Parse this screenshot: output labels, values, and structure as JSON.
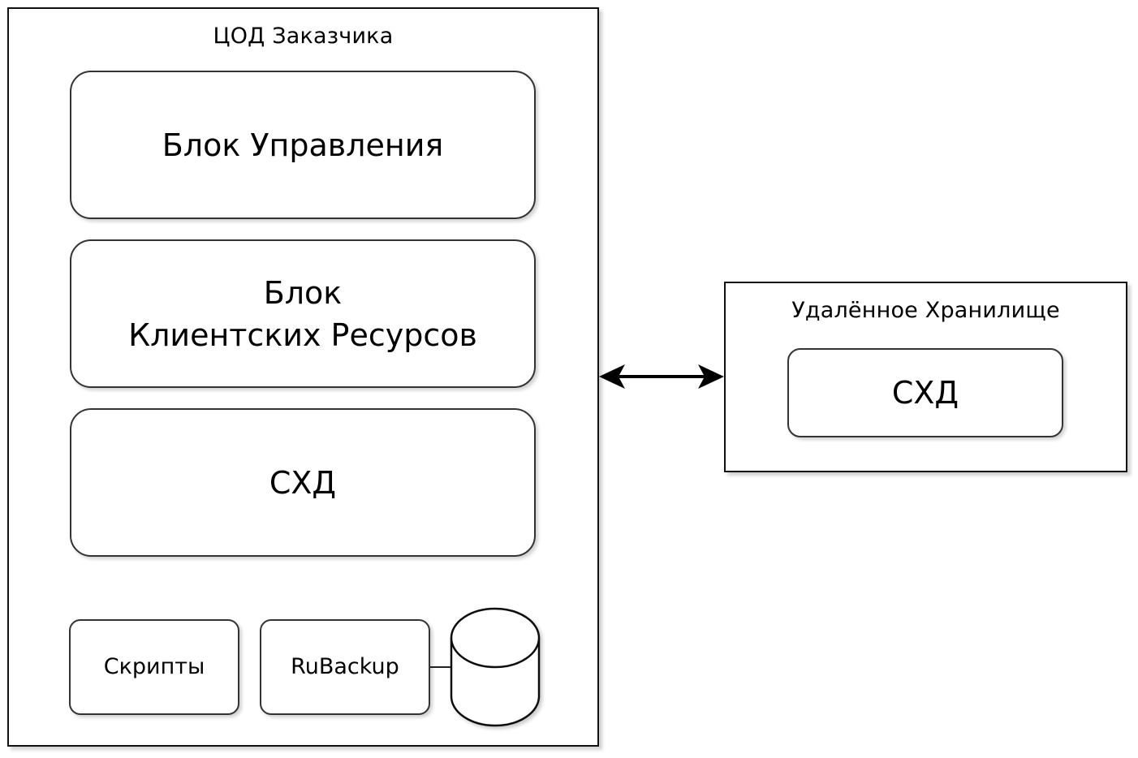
{
  "customer_dc": {
    "title": "ЦОД Заказчика",
    "blocks": {
      "management": "Блок Управления",
      "client_resources": "Блок\nКлиентских Ресурсов",
      "storage": "СХД"
    },
    "tools": {
      "scripts": "Скрипты",
      "rubackup": "RuBackup"
    }
  },
  "remote_storage": {
    "title": "Удалённое Хранилище",
    "storage": "СХД"
  }
}
